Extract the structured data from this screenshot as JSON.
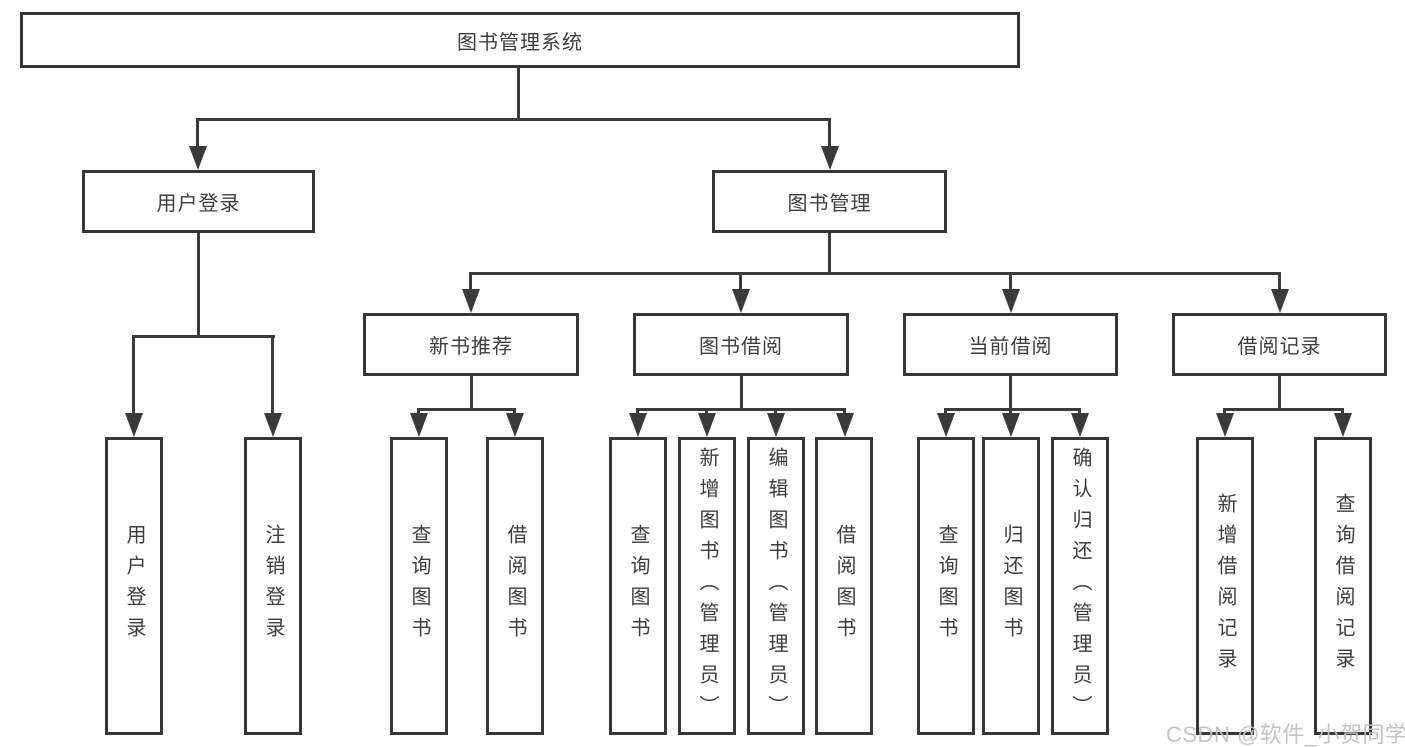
{
  "root": "图书管理系统",
  "branches": {
    "user_login": "用户登录",
    "book_mgmt": "图书管理"
  },
  "modules": {
    "new_book_rec": "新书推荐",
    "book_borrow": "图书借阅",
    "current_borrow": "当前借阅",
    "borrow_records": "借阅记录"
  },
  "leaves": {
    "user_login": "用户登录",
    "logout": "注销登录",
    "rec_query_book": "查询图书",
    "rec_borrow_book": "借阅图书",
    "borrow_query_book": "查询图书",
    "borrow_add_book": "新增图书（管理员）",
    "borrow_edit_book": "编辑图书（管理员）",
    "borrow_borrow_book": "借阅图书",
    "current_query_book": "查询图书",
    "current_return_book": "归还图书",
    "current_confirm_return": "确认归还（管理员）",
    "records_add_record": "新增借阅记录",
    "records_query_record": "查询借阅记录"
  },
  "watermark": "CSDN @软件_小贺同学",
  "colors": {
    "line": "#3a3a3a",
    "box_border": "#363636",
    "text": "#3d3d3d",
    "watermark": "#c1c1c1",
    "background": "#ffffff"
  },
  "hierarchy": {
    "图书管理系统": [
      "用户登录",
      "图书管理"
    ],
    "用户登录": [
      "用户登录",
      "注销登录"
    ],
    "图书管理": [
      "新书推荐",
      "图书借阅",
      "当前借阅",
      "借阅记录"
    ],
    "新书推荐": [
      "查询图书",
      "借阅图书"
    ],
    "图书借阅": [
      "查询图书",
      "新增图书（管理员）",
      "编辑图书（管理员）",
      "借阅图书"
    ],
    "当前借阅": [
      "查询图书",
      "归还图书",
      "确认归还（管理员）"
    ],
    "借阅记录": [
      "新增借阅记录",
      "查询借阅记录"
    ]
  }
}
